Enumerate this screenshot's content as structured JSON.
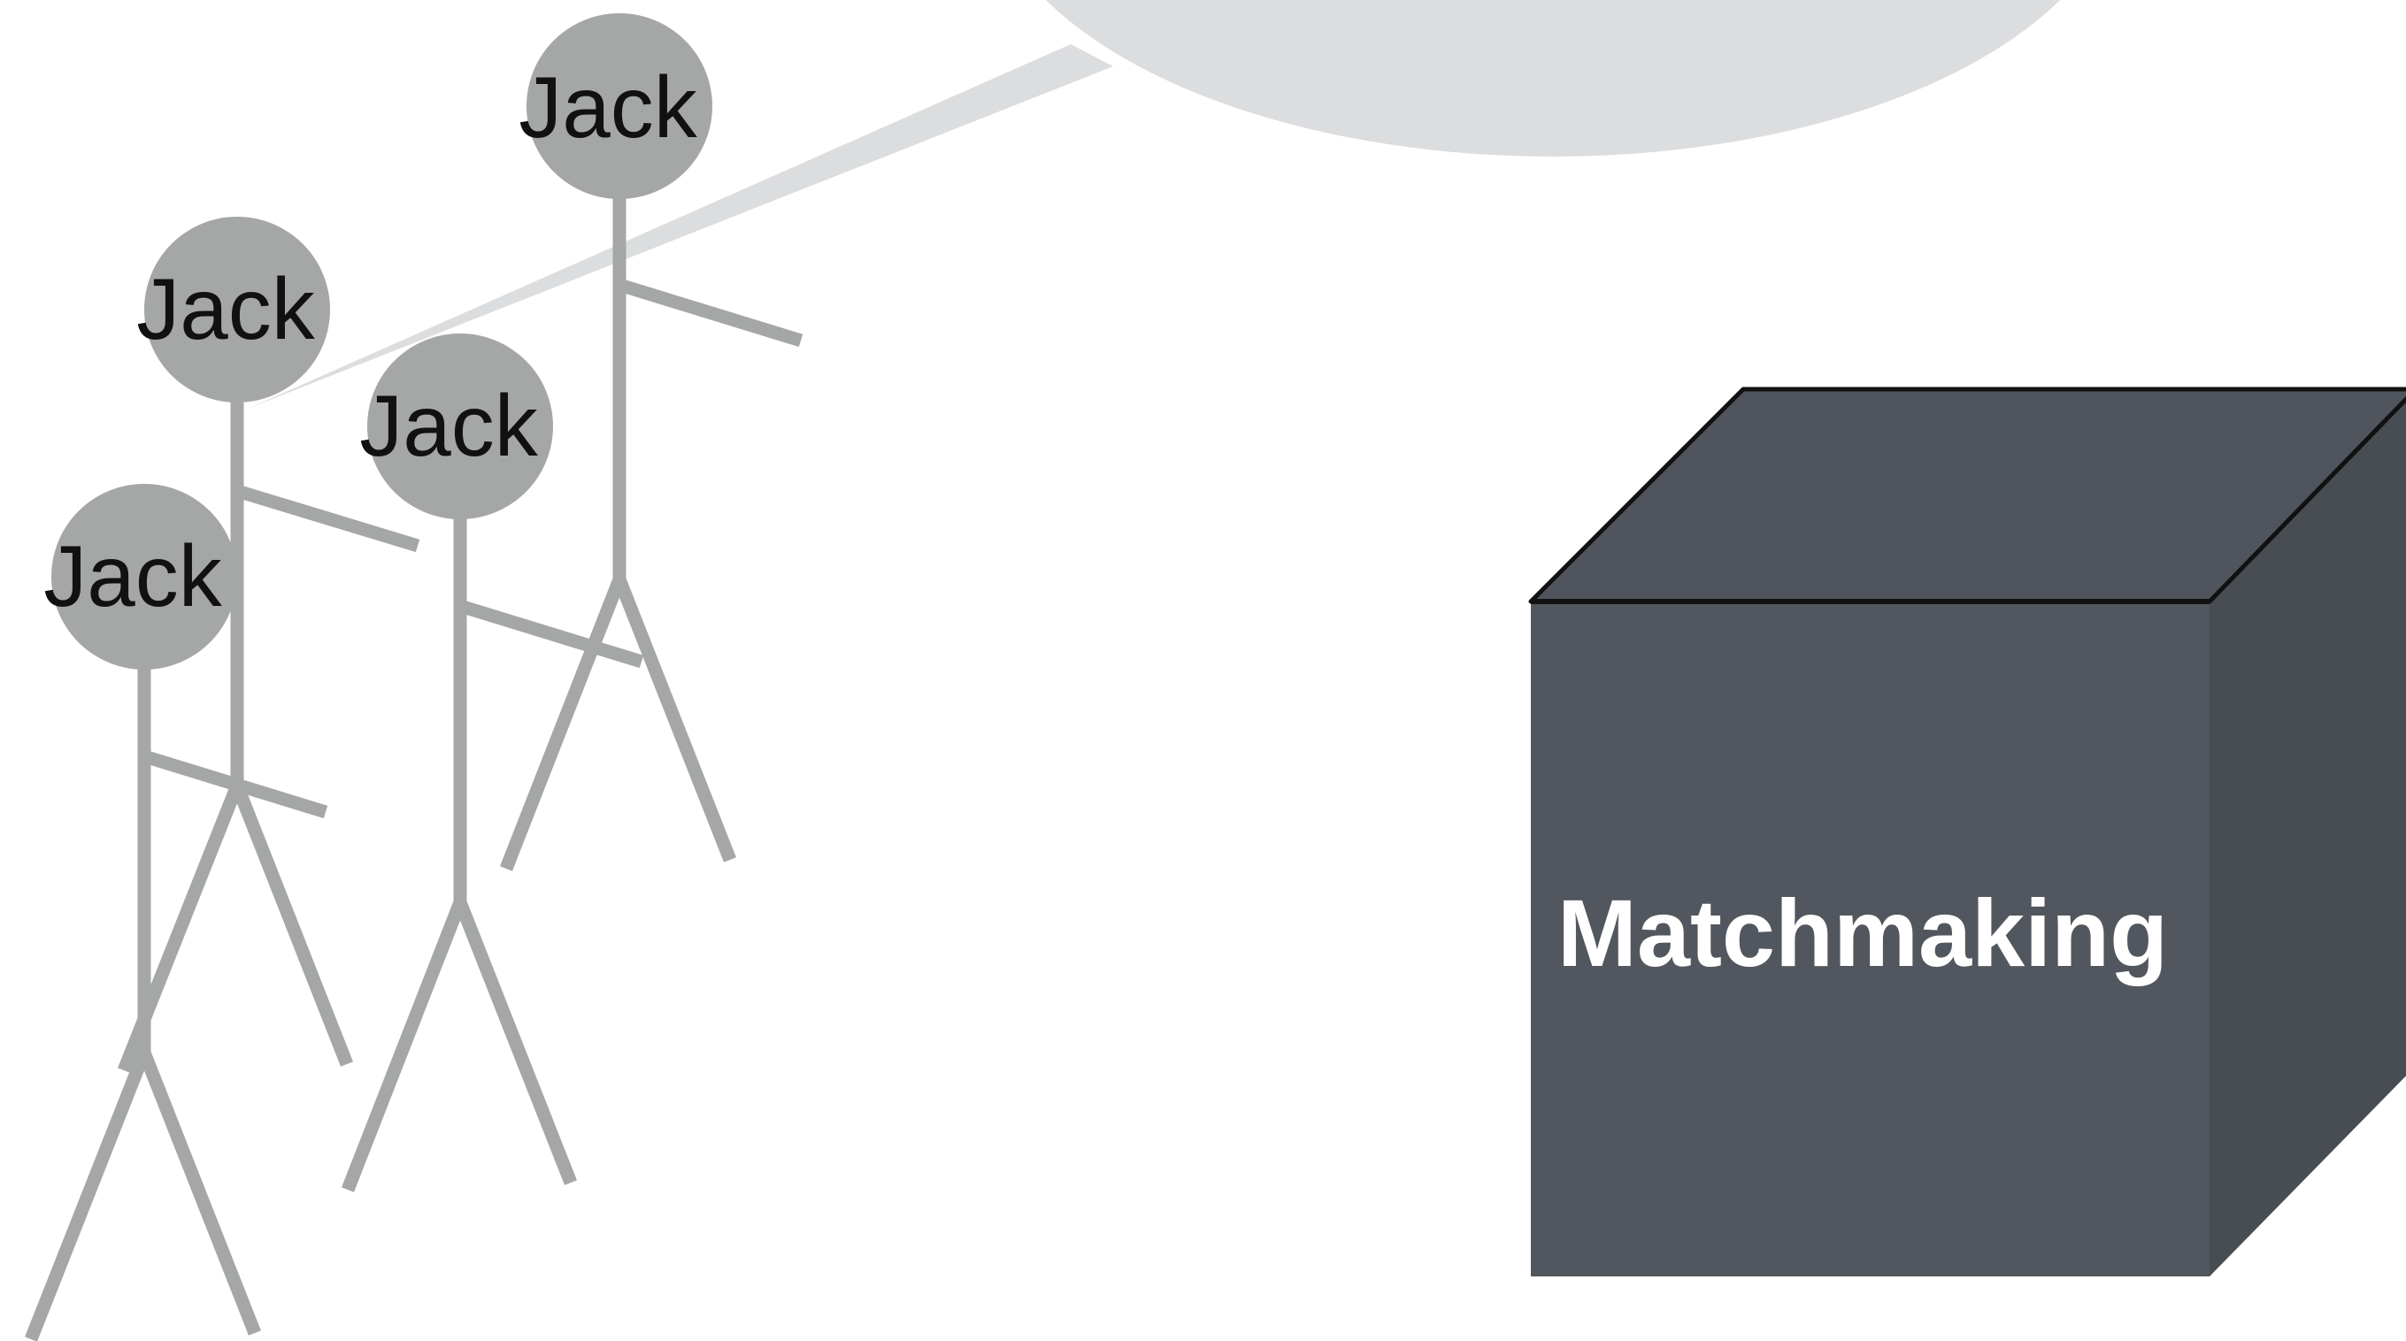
{
  "figures": [
    {
      "label": "Jack"
    },
    {
      "label": "Jack"
    },
    {
      "label": "Jack"
    },
    {
      "label": "Jack"
    }
  ],
  "box": {
    "label": "Matchmaking"
  },
  "colors": {
    "figure": "#a4a7a6",
    "bubble": "#dcdddf",
    "box_front": "#52565e",
    "box_top": "#50545c",
    "box_side": "#484c53",
    "box_edge": "#111111",
    "text": "#111111",
    "box_text": "#ffffff"
  }
}
